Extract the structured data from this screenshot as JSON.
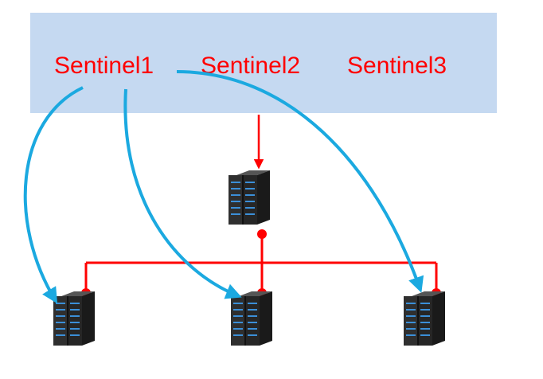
{
  "sentinels": [
    {
      "label": "Sentinel1"
    },
    {
      "label": "Sentinel2"
    },
    {
      "label": "Sentinel3"
    }
  ],
  "colors": {
    "panel": "#c5d9f1",
    "sentinel_text": "#ff0000",
    "connection_line": "#ff0000",
    "monitor_arrow": "#1ba9e0",
    "server_body": "#2a2a2a",
    "server_led": "#3b8fd8"
  },
  "nodes": [
    {
      "role": "master",
      "icon": "server-rack-icon"
    },
    {
      "role": "slave",
      "icon": "server-rack-icon"
    },
    {
      "role": "slave",
      "icon": "server-rack-icon"
    },
    {
      "role": "slave",
      "icon": "server-rack-icon"
    }
  ]
}
